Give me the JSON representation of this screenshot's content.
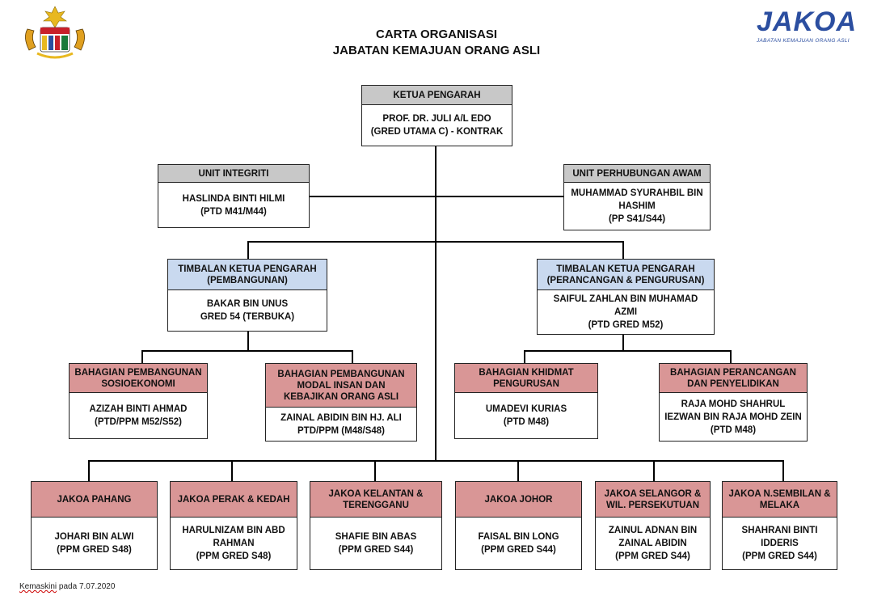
{
  "header": {
    "title_line1": "CARTA ORGANISASI",
    "title_line2": "JABATAN KEMAJUAN ORANG ASLI",
    "logo_right_text": "JAKOA",
    "logo_right_sub": "JABATAN KEMAJUAN ORANG ASLI",
    "logo_left_icon": "malaysia-coat-of-arms"
  },
  "colors": {
    "grey_header": "#c8c8c8",
    "blue_header": "#c9d9ef",
    "red_header": "#d99696"
  },
  "ketua": {
    "header": "KETUA PENGARAH",
    "line1": "PROF. DR. JULI A/L EDO",
    "line2": "(GRED UTAMA C) - KONTRAK"
  },
  "integriti": {
    "header": "UNIT INTEGRITI",
    "line1": "HASLINDA BINTI HILMI",
    "line2": "(PTD M41/M44)"
  },
  "perhubungan": {
    "header": "UNIT PERHUBUNGAN AWAM",
    "line1": "MUHAMMAD SYURAHBIL BIN",
    "line2": "HASHIM",
    "line3": "(PP S41/S44)"
  },
  "tkp_pembangunan": {
    "header1": "TIMBALAN KETUA PENGARAH",
    "header2": "(PEMBANGUNAN)",
    "line1": "BAKAR BIN UNUS",
    "line2": "GRED 54 (TERBUKA)"
  },
  "tkp_perancangan": {
    "header1": "TIMBALAN KETUA PENGARAH",
    "header2": "(PERANCANGAN & PENGURUSAN)",
    "line1": "SAIFUL ZAHLAN BIN MUHAMAD",
    "line2": "AZMI",
    "line3": "(PTD GRED M52)"
  },
  "bahagian": [
    {
      "header1": "BAHAGIAN PEMBANGUNAN",
      "header2": "SOSIOEKONOMI",
      "header3": "",
      "line1": "AZIZAH BINTI AHMAD",
      "line2": "(PTD/PPM M52/S52)",
      "line3": ""
    },
    {
      "header1": "BAHAGIAN PEMBANGUNAN",
      "header2": "MODAL INSAN DAN",
      "header3": "KEBAJIKAN ORANG ASLI",
      "line1": "ZAINAL ABIDIN BIN HJ. ALI",
      "line2": "PTD/PPM (M48/S48)",
      "line3": ""
    },
    {
      "header1": "BAHAGIAN KHIDMAT",
      "header2": "PENGURUSAN",
      "header3": "",
      "line1": "UMADEVI KURIAS",
      "line2": "(PTD M48)",
      "line3": ""
    },
    {
      "header1": "BAHAGIAN PERANCANGAN",
      "header2": "DAN PENYELIDIKAN",
      "header3": "",
      "line1": "RAJA MOHD SHAHRUL",
      "line2": "IEZWAN BIN RAJA MOHD ZEIN",
      "line3": "(PTD M48)"
    }
  ],
  "negeri": [
    {
      "header1": "JAKOA PAHANG",
      "header2": "",
      "line1": "JOHARI BIN ALWI",
      "line2": "(PPM GRED S48)",
      "line3": ""
    },
    {
      "header1": "JAKOA PERAK & KEDAH",
      "header2": "",
      "line1": "HARULNIZAM BIN ABD",
      "line2": "RAHMAN",
      "line3": "(PPM GRED S48)"
    },
    {
      "header1": "JAKOA KELANTAN &",
      "header2": "TERENGGANU",
      "line1": "SHAFIE BIN ABAS",
      "line2": "(PPM GRED S44)",
      "line3": ""
    },
    {
      "header1": "JAKOA JOHOR",
      "header2": "",
      "line1": "FAISAL BIN LONG",
      "line2": "(PPM GRED S44)",
      "line3": ""
    },
    {
      "header1": "JAKOA SELANGOR &",
      "header2": "WIL. PERSEKUTUAN",
      "line1": "ZAINUL ADNAN BIN",
      "line2": "ZAINAL ABIDIN",
      "line3": "(PPM GRED S44)"
    },
    {
      "header1": "JAKOA N.SEMBILAN &",
      "header2": "MELAKA",
      "line1": "SHAHRANI BINTI",
      "line2": "IDDERIS",
      "line3": "(PPM GRED S44)"
    }
  ],
  "footer": {
    "word": "Kemaskini",
    "rest": " pada 7.07.2020"
  }
}
